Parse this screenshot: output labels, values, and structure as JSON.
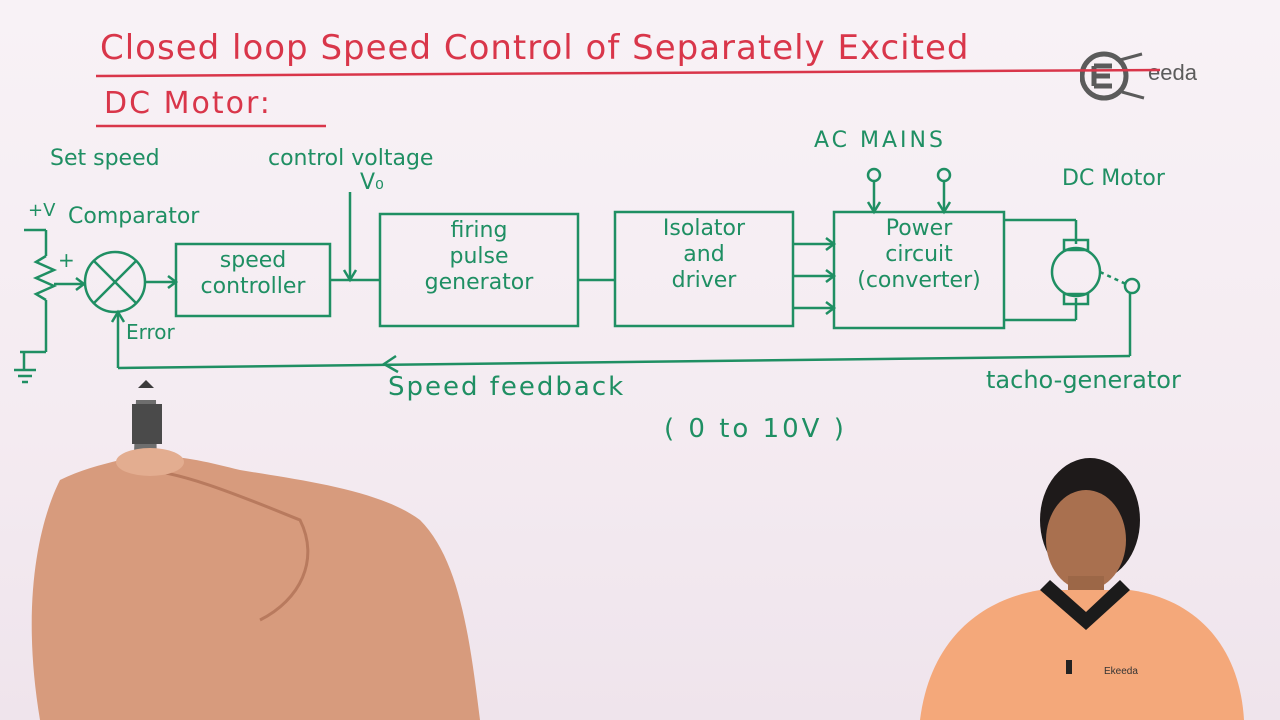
{
  "title": {
    "line1": "Closed loop Speed Control of Separately Excited",
    "line2": "DC Motor:"
  },
  "brand": {
    "logo_text": "eeda",
    "shirt_text": "Ekeeda"
  },
  "labels": {
    "set_speed": "Set speed",
    "control_voltage": "control voltage",
    "vo": "V₀",
    "plus_v": "+V",
    "comparator": "Comparator",
    "plus_sign": "+",
    "error": "Error",
    "ac_mains": "AC MAINS",
    "dc_motor": "DC Motor",
    "speed_feedback": "Speed feedback",
    "range": "( 0 to 10V )",
    "tacho": "tacho-generator"
  },
  "blocks": {
    "speed_controller": [
      "speed",
      "controller"
    ],
    "firing": [
      "firing",
      "pulse",
      "generator"
    ],
    "isolator": [
      "Isolator",
      "and",
      "driver"
    ],
    "power": [
      "Power",
      "circuit",
      "(converter)"
    ]
  },
  "colors": {
    "title": "#d9364a",
    "ink": "#1f8f63",
    "board": "#f6eef4",
    "shirt": "#f4a87a"
  }
}
